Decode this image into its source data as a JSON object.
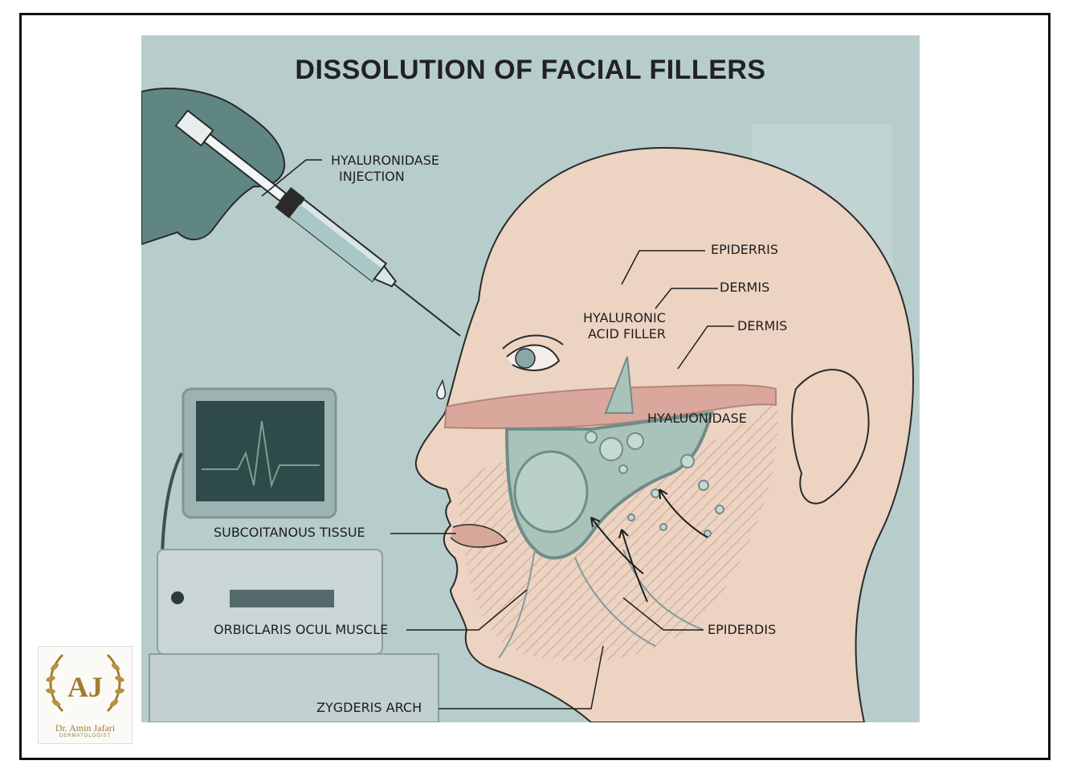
{
  "title": "DISSOLUTION OF FACIAL FILLERS",
  "labels": {
    "hyaluronidase_injection_1": "HYALURONIDASE",
    "hyaluronidase_injection_2": "INJECTION",
    "epiderris": "EPIDERRIS",
    "dermis_1": "DERMIS",
    "hyaluronic_filler_1": "HYALURONIC",
    "hyaluronic_filler_2": "ACID FILLER",
    "dermis_2": "DERMIS",
    "hyaluonidase": "HYALUONIDASE",
    "subcoitanous": "SUBCOITANOUS TISSUE",
    "orbiclaris": "ORBICLARIS OCUL MUSCLE",
    "epiderdis": "EPIDERDIS",
    "zygderis": "ZYGDERIS ARCH"
  },
  "logo": {
    "monogram": "AJ",
    "name": "Dr. Amin Jafari",
    "subtitle": "DERMATOLOGIST"
  },
  "colors": {
    "background": "#b7cdcb",
    "skin": "#ecd3c2",
    "dermis_band": "#d9a79c",
    "filler": "#a9c3bb",
    "line": "#1e1e1e",
    "logo_gold": "#a07c34"
  }
}
